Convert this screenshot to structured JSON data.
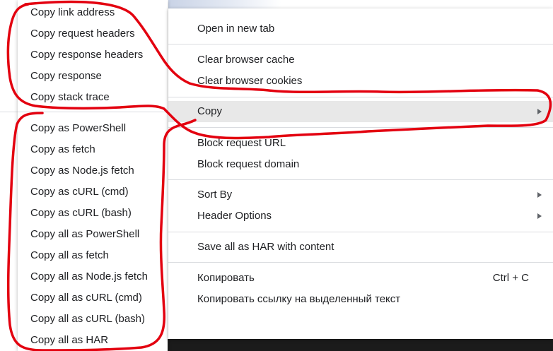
{
  "left_menu": {
    "group1": [
      "Copy link address",
      "Copy request headers",
      "Copy response headers",
      "Copy response",
      "Copy stack trace"
    ],
    "group2": [
      "Copy as PowerShell",
      "Copy as fetch",
      "Copy as Node.js fetch",
      "Copy as cURL (cmd)",
      "Copy as cURL (bash)",
      "Copy all as PowerShell",
      "Copy all as fetch",
      "Copy all as Node.js fetch",
      "Copy all as cURL (cmd)",
      "Copy all as cURL (bash)",
      "Copy all as HAR"
    ]
  },
  "right_menu": {
    "open_new_tab": "Open in new tab",
    "clear_cache": "Clear browser cache",
    "clear_cookies": "Clear browser cookies",
    "copy": "Copy",
    "block_url": "Block request URL",
    "block_domain": "Block request domain",
    "sort_by": "Sort By",
    "header_options": "Header Options",
    "save_har": "Save all as HAR with content",
    "kopirovat": "Копировать",
    "kopirovat_shortcut": "Ctrl + C",
    "kopirovat_link": "Копировать ссылку на выделенный текст"
  },
  "annotation_color": "#e3000f"
}
